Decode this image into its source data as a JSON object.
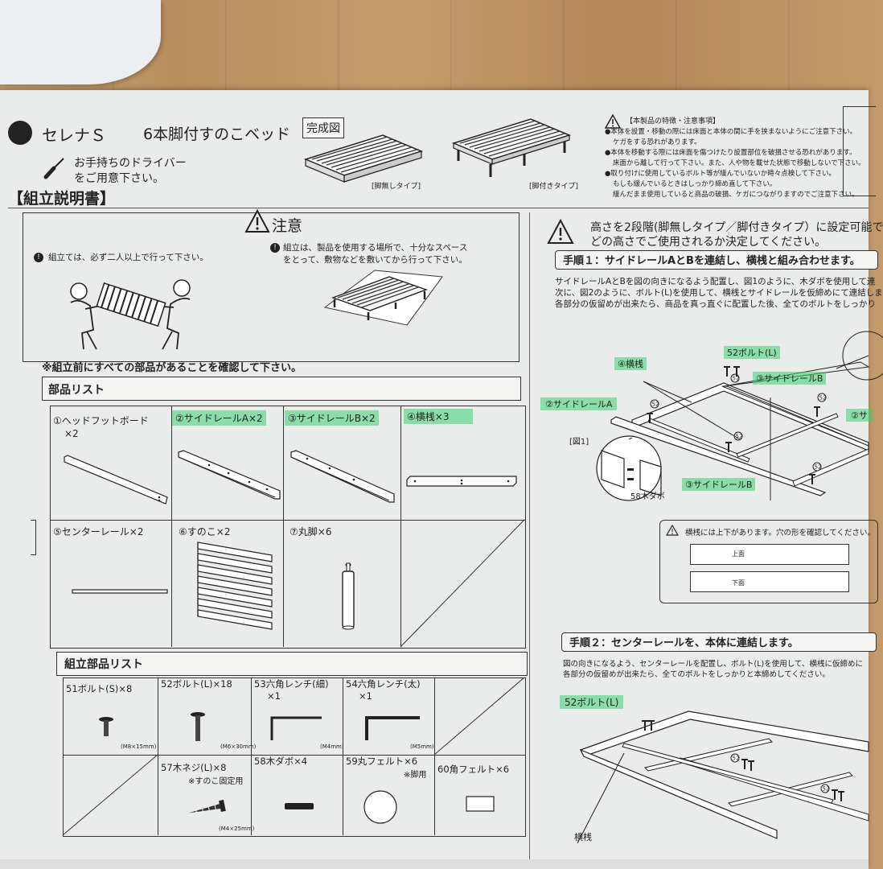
{
  "header": {
    "series": "セレナＳ",
    "product": "6本脚付すのこベッド",
    "driver_line1": "お手持ちのドライバー",
    "driver_line2": "をご用意下さい。",
    "manual_title": "【組立説明書】",
    "complete_label": "完成図",
    "type_noleg": "[脚無しタイプ]",
    "type_leg": "[脚付きタイプ]"
  },
  "features": {
    "title": "【本製品の特徴・注意事項】",
    "lines": [
      "●本体を設置・移動の際には床面と本体の間に手を挟まないようにご注意下さい。",
      "ケガをする恐れがあります。",
      "●本体を移動する際には床面を傷つけたり設置部位を破損させる恐れがあります。",
      "床面から離して行って下さい。また、人や物を載せた状態で移動しないで下さい。",
      "●取り付けに使用しているボルト等が緩んでいないか時々点検して下さい。",
      "もしも緩んでいるときはしっかり締め直して下さい。",
      "緩んだまま使用していると商品の破損、ケガにつながりますのでご注意下さい。"
    ]
  },
  "caution": {
    "title": "注意",
    "left": "組立ては、必ず二人以上で行って下さい。",
    "right_line1": "組立は、製品を使用する場所で、十分なスペース",
    "right_line2": "をとって、敷物などを敷いてから行って下さい。"
  },
  "confirm_text": "※組立前にすべての部品があることを確認して下さい。",
  "parts": {
    "title": "部品リスト",
    "items": [
      {
        "label": "①ヘッドフットボード",
        "qty": "×2"
      },
      {
        "label": "②サイドレールA×2"
      },
      {
        "label": "③サイドレールB×2"
      },
      {
        "label": "④横桟×3"
      },
      {
        "label": "⑤センターレール×2"
      },
      {
        "label": "⑥すのこ×2"
      },
      {
        "label": "⑦丸脚×6"
      }
    ]
  },
  "hardware": {
    "title": "組立部品リスト",
    "items": [
      {
        "label": "51ボルト(S)×8",
        "spec": "(M8×15mm)"
      },
      {
        "label": "52ボルト(L)×18",
        "spec": "(M6×30mm)"
      },
      {
        "label": "53六角レンチ(細)",
        "qty": "×1",
        "spec": "(M4mm)"
      },
      {
        "label": "54六角レンチ(太)",
        "qty": "×1",
        "spec": "(M5mm)"
      },
      {
        "label": "57木ネジ(L)×8",
        "note": "※すのこ固定用",
        "spec": "(M4×25mm)"
      },
      {
        "label": "58木ダボ×4"
      },
      {
        "label": "59丸フェルト×6",
        "note": "※脚用"
      },
      {
        "label": "60角フェルト×6"
      }
    ]
  },
  "height": {
    "line1": "高さを2段階(脚無しタイプ／脚付きタイプ）に設定可能で",
    "line2": "どの高さでご使用されるか決定してください。"
  },
  "step1": {
    "title": "手順１：サイドレールAとBを連結し、横桟と組み合わせます。",
    "lines": [
      "サイドレールAとBを図の向きになるよう配置し、図1のように、木ダボを使用して連",
      "次に、図2のように、ボルト(L)を使用して、横桟とサイドレールを仮締めにて連結しま",
      "各部分の仮留めが出来たら、商品を真っ直ぐに配置した後、全てのボルトをしっかり"
    ],
    "labels": {
      "yokosan": "④横桟",
      "bolt": "52ボルト(L)",
      "side_b_top": "③サイドレールB",
      "side_a": "②サイドレールA",
      "fig1": "[図1]",
      "side_b_bottom": "③サイドレールB",
      "dabo": "58木ダボ",
      "n52": "52",
      "side_a_right": "②サ"
    },
    "note": "横桟には上下があります。穴の形を確認してください。",
    "top_face": "上面",
    "bottom_face": "下面"
  },
  "step2": {
    "title": "手順２：センターレールを、本体に連結します。",
    "line1": "図の向きになるよう、センターレールを配置し、ボルト(L)を使用して、横桟に仮締めに",
    "line2": "各部分の仮留めが出来たら、全てのボルトをしっかりと本締めしてください。",
    "bolt": "52ボルト(L)",
    "yokosan": "横桟",
    "n52": "52"
  }
}
